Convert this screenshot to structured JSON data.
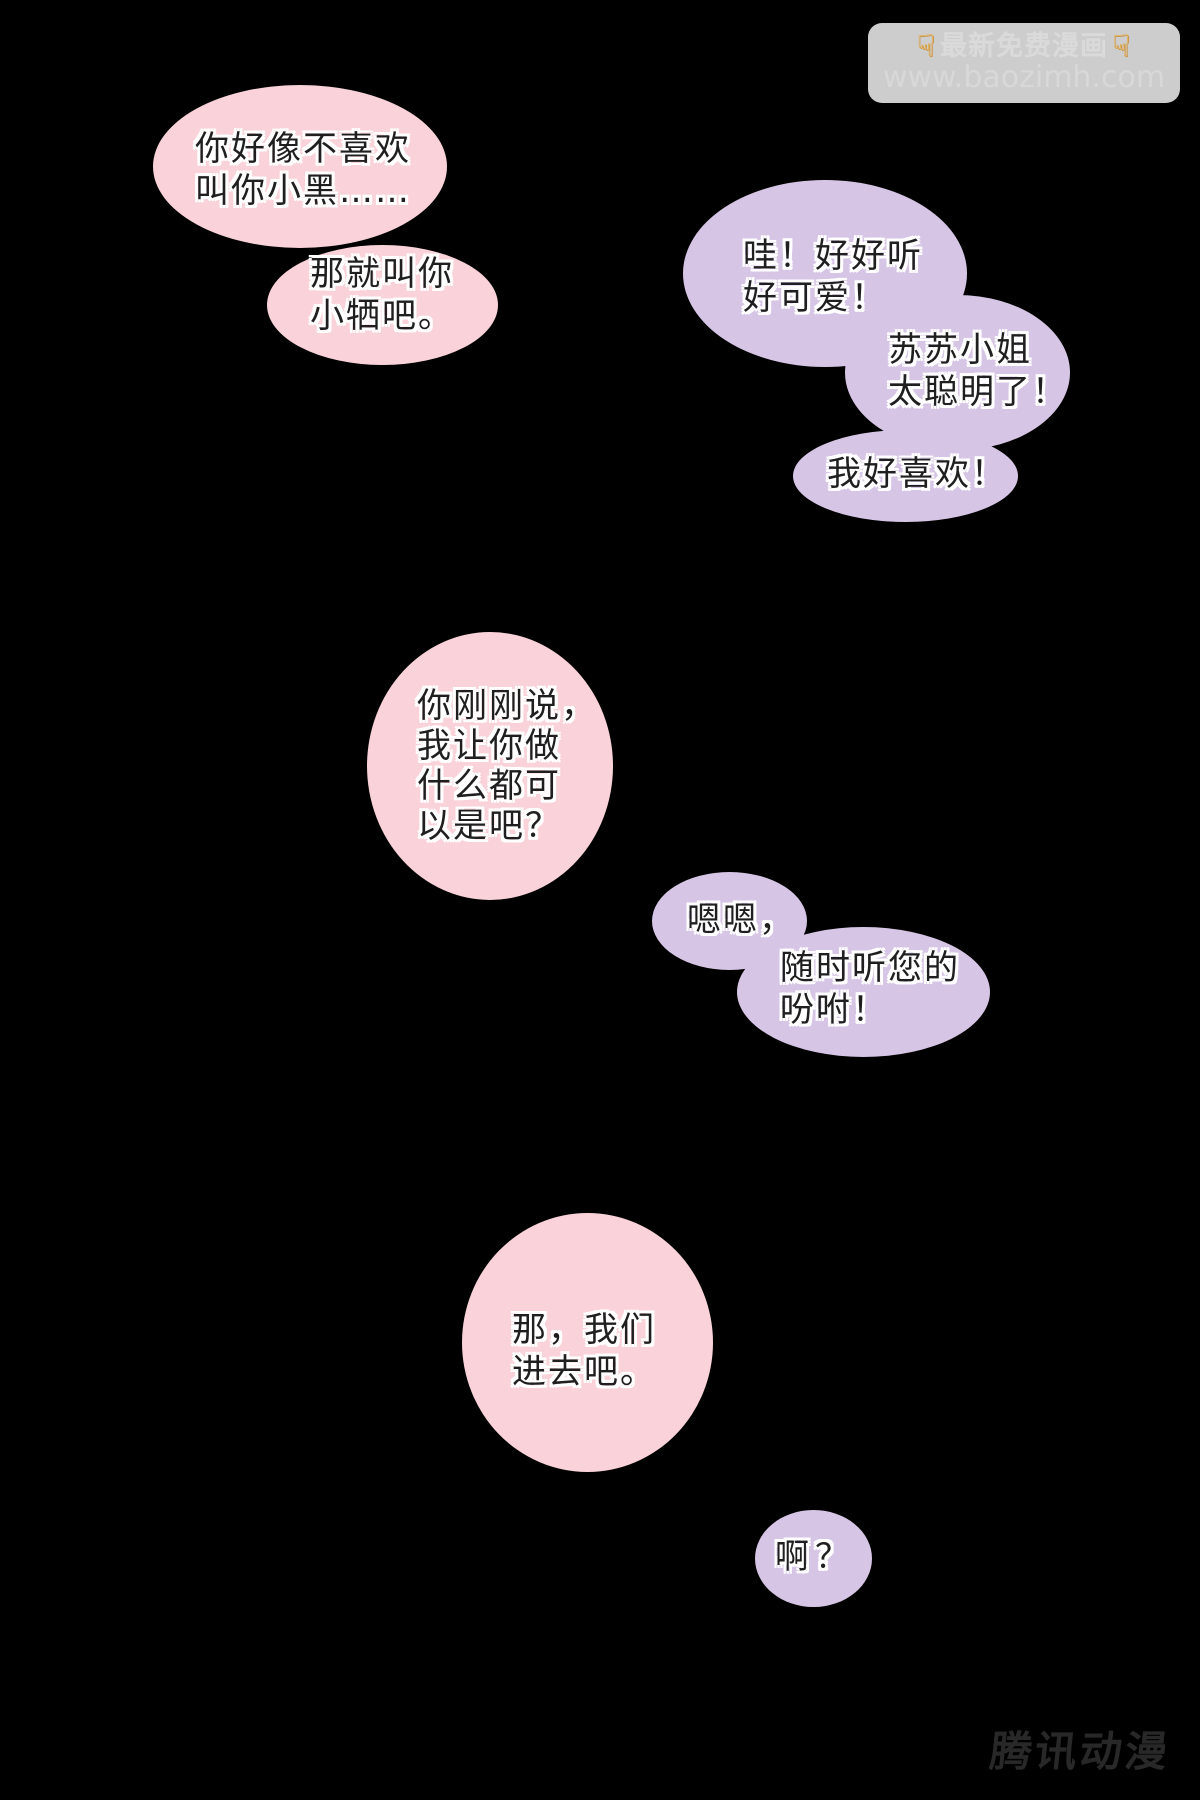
{
  "page": {
    "type": "comic-page",
    "background": "#000000"
  },
  "watermark": {
    "finger_icon": "☟",
    "title": "最新免费漫画",
    "url": "www.baozimh.com",
    "box_color": "#cdcdcd",
    "text_color": "#dadada",
    "icon_color": "#e9a93d"
  },
  "bubbles": [
    {
      "id": 1,
      "color": "pink",
      "text": "你好像不喜欢\n叫你小黑……"
    },
    {
      "id": 2,
      "color": "pink",
      "text": "那就叫你\n小牺吧。"
    },
    {
      "id": 3,
      "color": "purple",
      "text": "哇！好好听\n好可爱！"
    },
    {
      "id": 4,
      "color": "purple",
      "text": "苏苏小姐\n太聪明了！"
    },
    {
      "id": 5,
      "color": "purple",
      "text": "我好喜欢！"
    },
    {
      "id": 6,
      "color": "pink",
      "text": "你刚刚说，\n我让你做\n什么都可\n以是吧？"
    },
    {
      "id": 7,
      "color": "purple",
      "text": "嗯嗯，"
    },
    {
      "id": 8,
      "color": "purple",
      "text": "随时听您的\n吩咐！"
    },
    {
      "id": 9,
      "color": "pink",
      "text": "那，我们\n进去吧。"
    },
    {
      "id": 10,
      "color": "purple",
      "text": "啊？"
    }
  ],
  "publisher": {
    "logo_text": "腾讯动漫",
    "logo_color": "#282828"
  },
  "colors": {
    "bubble_pink": "#f9d3d9",
    "bubble_purple": "#d6c5e5",
    "bubble_text": "#1f1f1f",
    "text_outline": "#ffffff",
    "page_background": "#000000"
  }
}
